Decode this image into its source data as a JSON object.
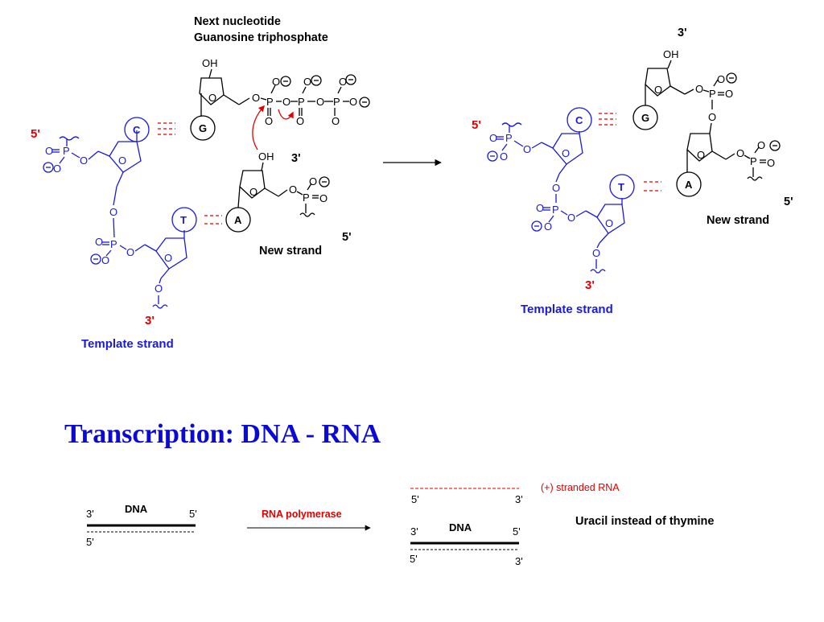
{
  "reaction": {
    "next_nucleotide_label": "Next nucleotide",
    "next_nucleotide_name": "Guanosine triphosphate",
    "template_strand_label": "Template strand",
    "new_strand_label": "New strand",
    "five_prime": "5'",
    "three_prime": "3'",
    "bases": {
      "C": "C",
      "T": "T",
      "G": "G",
      "A": "A"
    },
    "atoms": {
      "P": "P",
      "O": "O",
      "OH": "OH"
    },
    "charge": "−"
  },
  "transcription": {
    "title": "Transcription: DNA - RNA",
    "dna_label": "DNA",
    "enzyme_label": "RNA polymerase",
    "rna_label": "(+) stranded RNA",
    "note": "Uracil instead of thymine",
    "end_3": "3'",
    "end_5": "5'"
  },
  "colors": {
    "template_strand": "#1a1adc",
    "new_strand": "#000000",
    "accent_red": "#e00000",
    "title_blue": "#0a0ad8"
  }
}
